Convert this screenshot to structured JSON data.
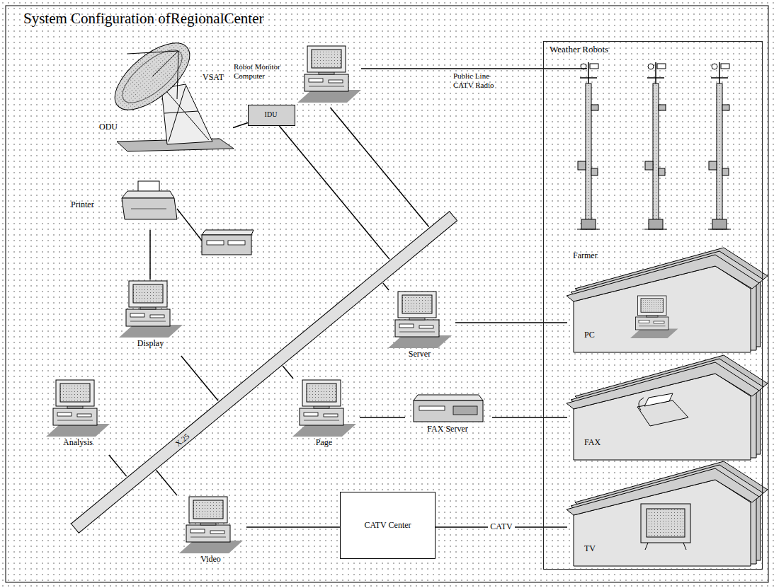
{
  "diagram": {
    "title": "System Configuration ofRegionalCenter",
    "nodes": [
      {
        "text": [
          "ODU",
          "VSAT"
        ]
      },
      {
        "text": [
          "Robot Monitor Computer"
        ]
      },
      {
        "text": [
          "Weather Robots"
        ]
      },
      {
        "text": [
          "IDU"
        ]
      },
      {
        "text": [
          "Printer"
        ]
      },
      {
        "text": [
          "Server"
        ]
      },
      {
        "text": [
          "Farmer",
          "PC"
        ],
        "in": 2
      },
      {
        "text": [
          "Display"
        ]
      },
      {
        "text": [
          "X.25"
        ]
      },
      {
        "text": [
          "Page"
        ]
      },
      {
        "text": [
          "FAX Server"
        ]
      },
      {
        "text": [
          "FAX"
        ],
        "in": 2
      },
      {
        "text": [
          "Analysis"
        ]
      },
      {
        "text": [
          "Video"
        ]
      },
      {
        "text": [
          "CATV Center"
        ]
      },
      {
        "text": [
          "TV"
        ],
        "in": 2
      }
    ],
    "edges": [
      {
        "from": 0,
        "to": 3,
        "arrow": "none"
      },
      {
        "from": 1,
        "to": 2,
        "label": "Public Line CATV Radio",
        "arrow": "none"
      },
      {
        "from": 1,
        "to": 8,
        "arrow": "none"
      },
      {
        "from": 3,
        "to": 8,
        "arrow": "none"
      },
      {
        "from": 4,
        "to": 7,
        "arrow": "none"
      },
      {
        "from": 7,
        "to": 8,
        "arrow": "none"
      },
      {
        "from": 5,
        "to": 8,
        "arrow": "none"
      },
      {
        "from": 5,
        "to": 6,
        "arrow": "none"
      },
      {
        "from": 9,
        "to": 8,
        "arrow": "none"
      },
      {
        "from": 9,
        "to": 10,
        "arrow": "none"
      },
      {
        "from": 10,
        "to": 11,
        "arrow": "none"
      },
      {
        "from": 12,
        "to": 8,
        "arrow": "none"
      },
      {
        "from": 13,
        "to": 8,
        "arrow": "none"
      },
      {
        "from": 13,
        "to": 14,
        "arrow": "none"
      },
      {
        "from": 14,
        "to": 15,
        "label": "CATV",
        "arrow": "none"
      }
    ]
  }
}
